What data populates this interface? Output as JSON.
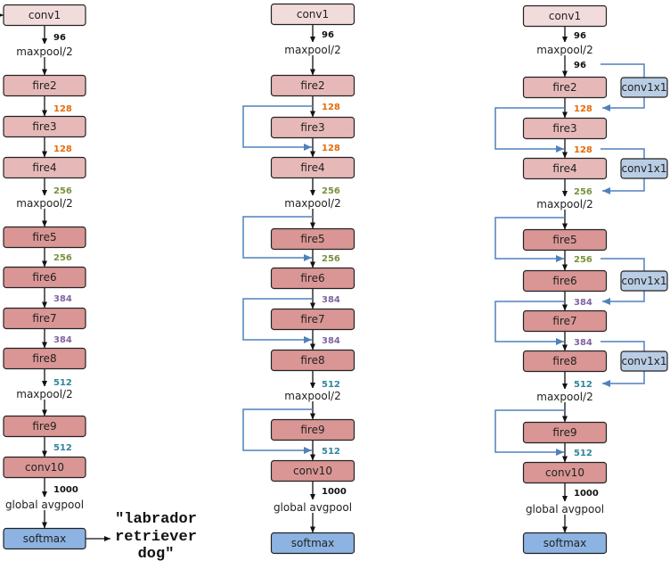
{
  "colors": {
    "conv1": "#f2dcdb",
    "fire_light": "#e6b9b8",
    "fire_dark": "#d99694",
    "softmax": "#8db3e2",
    "conv1x1": "#b9cde5",
    "bypass_line": "#4f81bd",
    "count_96": "#111111",
    "count_128": "#e46c0a",
    "count_256": "#77933c",
    "count_384": "#8064a2",
    "count_512": "#31859c",
    "count_1000": "#111111"
  },
  "columns": [
    {
      "items": [
        {
          "kind": "box",
          "text": "conv1",
          "fill": "conv1"
        },
        {
          "kind": "count",
          "text": "96",
          "color": "count_96"
        },
        {
          "kind": "text",
          "text": "maxpool/2"
        },
        {
          "kind": "box",
          "text": "fire2",
          "fill": "fire_light"
        },
        {
          "kind": "count",
          "text": "128",
          "color": "count_128"
        },
        {
          "kind": "box",
          "text": "fire3",
          "fill": "fire_light"
        },
        {
          "kind": "count",
          "text": "128",
          "color": "count_128"
        },
        {
          "kind": "box",
          "text": "fire4",
          "fill": "fire_light"
        },
        {
          "kind": "count",
          "text": "256",
          "color": "count_256"
        },
        {
          "kind": "text",
          "text": "maxpool/2"
        },
        {
          "kind": "box",
          "text": "fire5",
          "fill": "fire_dark"
        },
        {
          "kind": "count",
          "text": "256",
          "color": "count_256"
        },
        {
          "kind": "box",
          "text": "fire6",
          "fill": "fire_dark"
        },
        {
          "kind": "count",
          "text": "384",
          "color": "count_384"
        },
        {
          "kind": "box",
          "text": "fire7",
          "fill": "fire_dark"
        },
        {
          "kind": "count",
          "text": "384",
          "color": "count_384"
        },
        {
          "kind": "box",
          "text": "fire8",
          "fill": "fire_dark"
        },
        {
          "kind": "count",
          "text": "512",
          "color": "count_512"
        },
        {
          "kind": "text",
          "text": "maxpool/2"
        },
        {
          "kind": "box",
          "text": "fire9",
          "fill": "fire_dark"
        },
        {
          "kind": "count",
          "text": "512",
          "color": "count_512"
        },
        {
          "kind": "box",
          "text": "conv10",
          "fill": "fire_dark"
        },
        {
          "kind": "count",
          "text": "1000",
          "color": "count_1000"
        },
        {
          "kind": "text",
          "text": "global avgpool"
        },
        {
          "kind": "box",
          "text": "softmax",
          "fill": "softmax"
        }
      ]
    },
    {
      "items": [
        {
          "kind": "box",
          "text": "conv1",
          "fill": "conv1"
        },
        {
          "kind": "count",
          "text": "96",
          "color": "count_96"
        },
        {
          "kind": "text",
          "text": "maxpool/2"
        },
        {
          "kind": "box",
          "text": "fire2",
          "fill": "fire_light"
        },
        {
          "kind": "count",
          "text": "128",
          "color": "count_128"
        },
        {
          "kind": "box",
          "text": "fire3",
          "fill": "fire_light"
        },
        {
          "kind": "count",
          "text": "128",
          "color": "count_128"
        },
        {
          "kind": "box",
          "text": "fire4",
          "fill": "fire_light"
        },
        {
          "kind": "count",
          "text": "256",
          "color": "count_256"
        },
        {
          "kind": "text",
          "text": "maxpool/2"
        },
        {
          "kind": "box",
          "text": "fire5",
          "fill": "fire_dark"
        },
        {
          "kind": "count",
          "text": "256",
          "color": "count_256"
        },
        {
          "kind": "box",
          "text": "fire6",
          "fill": "fire_dark"
        },
        {
          "kind": "count",
          "text": "384",
          "color": "count_384"
        },
        {
          "kind": "box",
          "text": "fire7",
          "fill": "fire_dark"
        },
        {
          "kind": "count",
          "text": "384",
          "color": "count_384"
        },
        {
          "kind": "box",
          "text": "fire8",
          "fill": "fire_dark"
        },
        {
          "kind": "count",
          "text": "512",
          "color": "count_512"
        },
        {
          "kind": "text",
          "text": "maxpool/2"
        },
        {
          "kind": "box",
          "text": "fire9",
          "fill": "fire_dark"
        },
        {
          "kind": "count",
          "text": "512",
          "color": "count_512"
        },
        {
          "kind": "box",
          "text": "conv10",
          "fill": "fire_dark"
        },
        {
          "kind": "count",
          "text": "1000",
          "color": "count_1000"
        },
        {
          "kind": "text",
          "text": "global avgpool"
        },
        {
          "kind": "box",
          "text": "softmax",
          "fill": "softmax"
        }
      ],
      "simple_bypass_around": [
        "fire3",
        "fire5",
        "fire7",
        "fire9"
      ]
    },
    {
      "items": [
        {
          "kind": "box",
          "text": "conv1",
          "fill": "conv1"
        },
        {
          "kind": "count",
          "text": "96",
          "color": "count_96"
        },
        {
          "kind": "text",
          "text": "maxpool/2"
        },
        {
          "kind": "count",
          "text": "96",
          "color": "count_96"
        },
        {
          "kind": "box",
          "text": "fire2",
          "fill": "fire_light"
        },
        {
          "kind": "count",
          "text": "128",
          "color": "count_128"
        },
        {
          "kind": "box",
          "text": "fire3",
          "fill": "fire_light"
        },
        {
          "kind": "count",
          "text": "128",
          "color": "count_128"
        },
        {
          "kind": "box",
          "text": "fire4",
          "fill": "fire_light"
        },
        {
          "kind": "count",
          "text": "256",
          "color": "count_256"
        },
        {
          "kind": "text",
          "text": "maxpool/2"
        },
        {
          "kind": "box",
          "text": "fire5",
          "fill": "fire_dark"
        },
        {
          "kind": "count",
          "text": "256",
          "color": "count_256"
        },
        {
          "kind": "box",
          "text": "fire6",
          "fill": "fire_dark"
        },
        {
          "kind": "count",
          "text": "384",
          "color": "count_384"
        },
        {
          "kind": "box",
          "text": "fire7",
          "fill": "fire_dark"
        },
        {
          "kind": "count",
          "text": "384",
          "color": "count_384"
        },
        {
          "kind": "box",
          "text": "fire8",
          "fill": "fire_dark"
        },
        {
          "kind": "count",
          "text": "512",
          "color": "count_512"
        },
        {
          "kind": "text",
          "text": "maxpool/2"
        },
        {
          "kind": "box",
          "text": "fire9",
          "fill": "fire_dark"
        },
        {
          "kind": "count",
          "text": "512",
          "color": "count_512"
        },
        {
          "kind": "box",
          "text": "conv10",
          "fill": "fire_dark"
        },
        {
          "kind": "count",
          "text": "1000",
          "color": "count_1000"
        },
        {
          "kind": "text",
          "text": "global avgpool"
        },
        {
          "kind": "box",
          "text": "softmax",
          "fill": "softmax"
        }
      ],
      "simple_bypass_around": [
        "fire3",
        "fire5",
        "fire7",
        "fire9"
      ],
      "complex_bypass_around": [
        "fire2",
        "fire4",
        "fire6",
        "fire8"
      ],
      "complex_bypass_label": "conv1x1"
    }
  ],
  "output": {
    "lines": [
      "\"labrador",
      "retriever",
      "dog\""
    ]
  }
}
